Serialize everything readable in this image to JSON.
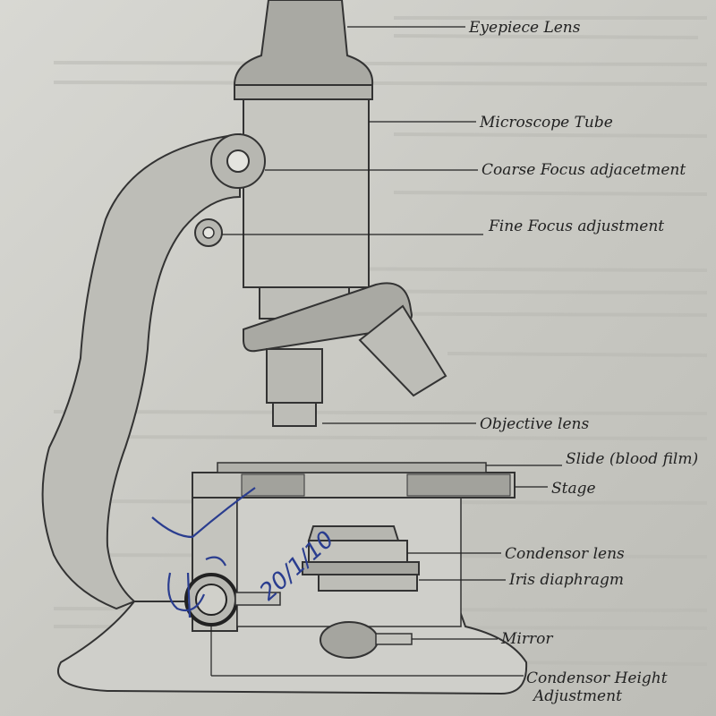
{
  "labels": {
    "eyepiece": "Eyepiece Lens",
    "tube": "Microscope Tube",
    "coarse": "Coarse Focus adjacetment",
    "fine": "Fine Focus adjustment",
    "objective": "Objective lens",
    "slide": "Slide (blood film)",
    "stage": "Stage",
    "condenser": "Condensor lens",
    "iris": "Iris diaphragm",
    "mirror": "Mirror",
    "height_line1": "Condensor Height",
    "height_line2": "Adjustment"
  },
  "annotation": {
    "date": "20/1/10"
  }
}
